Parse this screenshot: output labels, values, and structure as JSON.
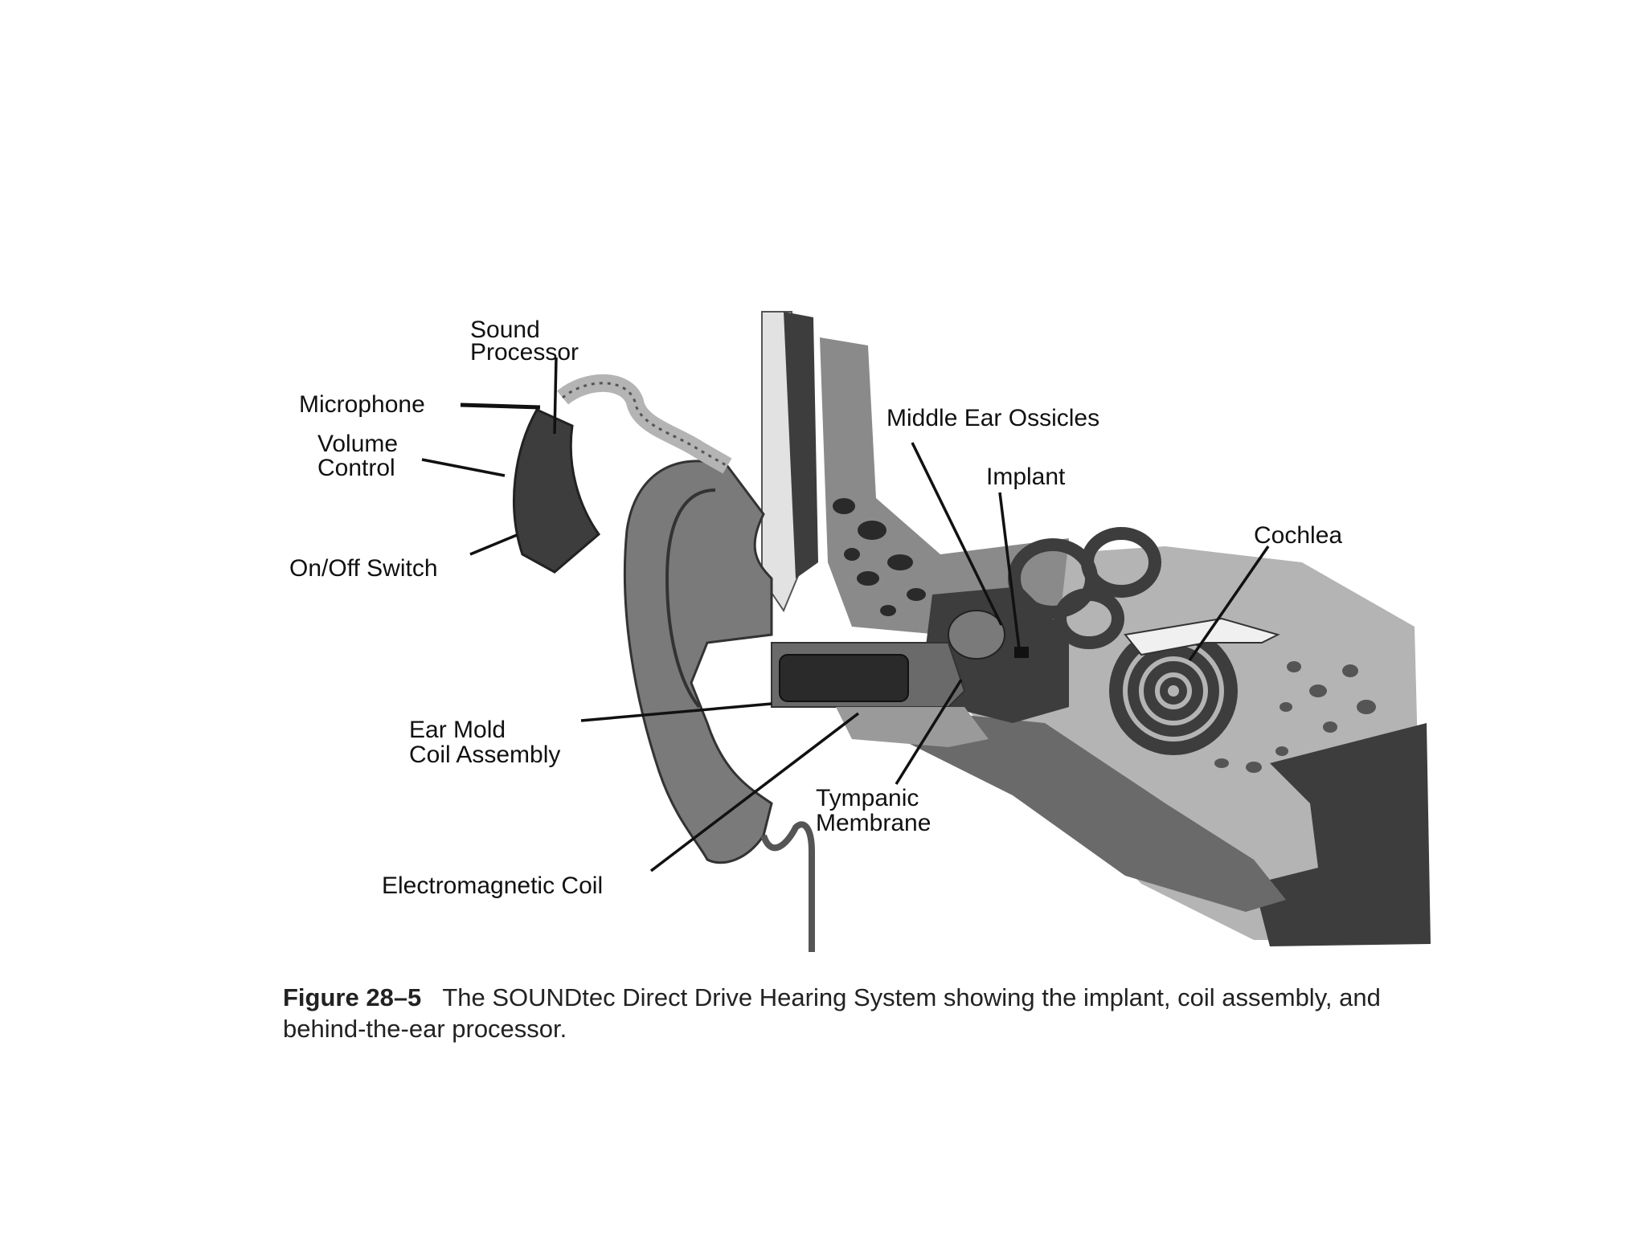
{
  "labels": {
    "sound_processor": [
      "Sound",
      "Processor"
    ],
    "microphone": "Microphone",
    "volume_control": [
      "Volume",
      "Control"
    ],
    "on_off_switch": "On/Off Switch",
    "middle_ear_ossicles": "Middle Ear Ossicles",
    "implant": "Implant",
    "cochlea": "Cochlea",
    "ear_mold_coil_assembly": [
      "Ear Mold",
      "Coil Assembly"
    ],
    "tympanic_membrane": [
      "Tympanic",
      "Membrane"
    ],
    "electromagnetic_coil": "Electromagnetic Coil"
  },
  "caption": {
    "figure_number": "Figure 28–5",
    "text": "The SOUNDtec Direct Drive Hearing System showing the implant, coil assembly, and behind-the-ear processor."
  },
  "colors": {
    "dark_tissue": "#3d3d3d",
    "mid_tissue": "#7a7a7a",
    "light_tissue": "#b4b4b4",
    "bone": "#d6d6d6"
  }
}
